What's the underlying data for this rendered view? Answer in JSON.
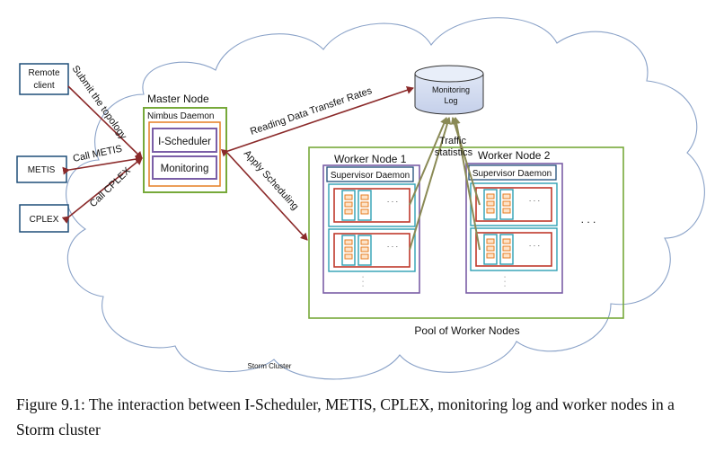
{
  "diagram": {
    "remote_client": {
      "line1": "Remote",
      "line2": "client"
    },
    "metis": "METIS",
    "cplex": "CPLEX",
    "master_node": "Master Node",
    "nimbus_daemon": "Nimbus Daemon",
    "i_scheduler": "I-Scheduler",
    "monitoring": "Monitoring",
    "monitoring_log": {
      "line1": "Monitoring",
      "line2": "Log"
    },
    "edges": {
      "submit_topology": "Submit the topology",
      "call_metis": "Call METIS",
      "call_cplex": "Call CPLEX",
      "reading_rates": "Reading Data Transfer Rates",
      "apply_scheduling": "Apply Scheduling",
      "traffic_stats": {
        "line1": "Traffic",
        "line2": "statistics"
      }
    },
    "worker_node_1": "Worker Node 1",
    "worker_node_2": "Worker Node 2",
    "supervisor_daemon": "Supervisor Daemon",
    "pool_label": "Pool of Worker Nodes",
    "storm_cluster": "Storm Cluster",
    "ellipsis_h": "· · ·",
    "ellipsis_v": "·\n·\n·",
    "more_nodes": ". . ."
  },
  "colors": {
    "box_blue": "#1f4e79",
    "arrow_red": "#8b2a2a",
    "arrow_olive": "#8a8a55",
    "pool_green": "#77a93a",
    "worker_purple": "#7b5ea7",
    "exec_red": "#c0392b",
    "task_orange": "#e67e22",
    "task_teal": "#2e9fb3"
  },
  "caption": "Figure 9.1: The interaction between I-Scheduler, METIS, CPLEX, monitoring log and worker nodes in a Storm cluster"
}
